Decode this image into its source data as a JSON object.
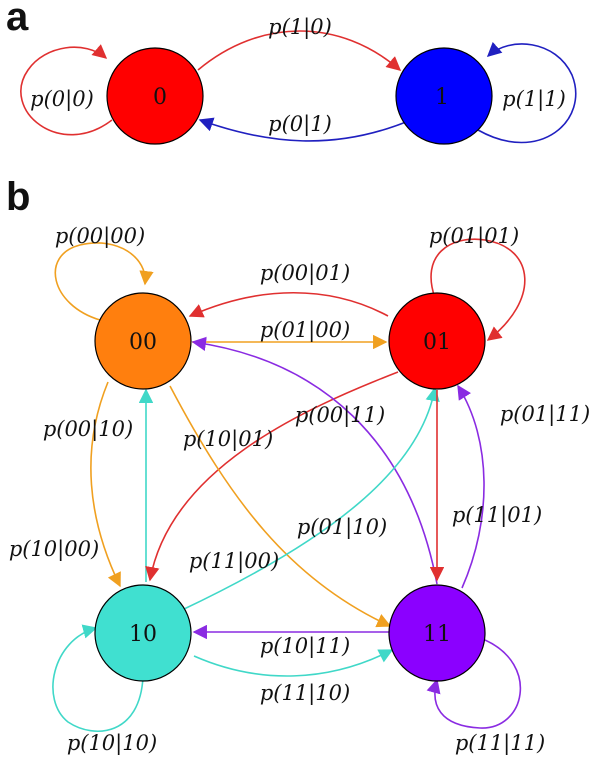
{
  "panels": {
    "a": "a",
    "b": "b"
  },
  "colors": {
    "red": "#ff0000",
    "blue": "#0000ff",
    "orange": "#ff7f0e",
    "teal": "#40e0d0",
    "purple": "#8b00ff",
    "edge_red": "#e03030",
    "edge_blue": "#2020c0",
    "edge_orange": "#f0a020",
    "edge_teal": "#40d8c8",
    "edge_purple": "#8a2be2"
  },
  "diagram_a": {
    "states": [
      {
        "id": "0",
        "label": "0",
        "color": "#ff0000"
      },
      {
        "id": "1",
        "label": "1",
        "color": "#0000ff"
      }
    ],
    "transitions": [
      {
        "from": "0",
        "to": "0",
        "label": "p(0|0)"
      },
      {
        "from": "0",
        "to": "1",
        "label": "p(1|0)"
      },
      {
        "from": "1",
        "to": "0",
        "label": "p(0|1)"
      },
      {
        "from": "1",
        "to": "1",
        "label": "p(1|1)"
      }
    ]
  },
  "diagram_b": {
    "states": [
      {
        "id": "00",
        "label": "00",
        "color": "#ff7f0e"
      },
      {
        "id": "01",
        "label": "01",
        "color": "#ff0000"
      },
      {
        "id": "10",
        "label": "10",
        "color": "#40e0d0"
      },
      {
        "id": "11",
        "label": "11",
        "color": "#8b00ff"
      }
    ],
    "transitions": [
      {
        "from": "00",
        "to": "00",
        "label": "p(00|00)"
      },
      {
        "from": "01",
        "to": "01",
        "label": "p(01|01)"
      },
      {
        "from": "01",
        "to": "00",
        "label": "p(00|01)"
      },
      {
        "from": "00",
        "to": "01",
        "label": "p(01|00)"
      },
      {
        "from": "10",
        "to": "00",
        "label": "p(00|10)"
      },
      {
        "from": "01",
        "to": "10",
        "label": "p(10|01)"
      },
      {
        "from": "11",
        "to": "00",
        "label": "p(00|11)"
      },
      {
        "from": "11",
        "to": "01",
        "label": "p(01|11)"
      },
      {
        "from": "10",
        "to": "01",
        "label": "p(01|10)"
      },
      {
        "from": "01",
        "to": "11",
        "label": "p(11|01)"
      },
      {
        "from": "00",
        "to": "10",
        "label": "p(10|00)"
      },
      {
        "from": "00",
        "to": "11",
        "label": "p(11|00)"
      },
      {
        "from": "11",
        "to": "10",
        "label": "p(10|11)"
      },
      {
        "from": "10",
        "to": "11",
        "label": "p(11|10)"
      },
      {
        "from": "10",
        "to": "10",
        "label": "p(10|10)"
      },
      {
        "from": "11",
        "to": "11",
        "label": "p(11|11)"
      }
    ]
  }
}
